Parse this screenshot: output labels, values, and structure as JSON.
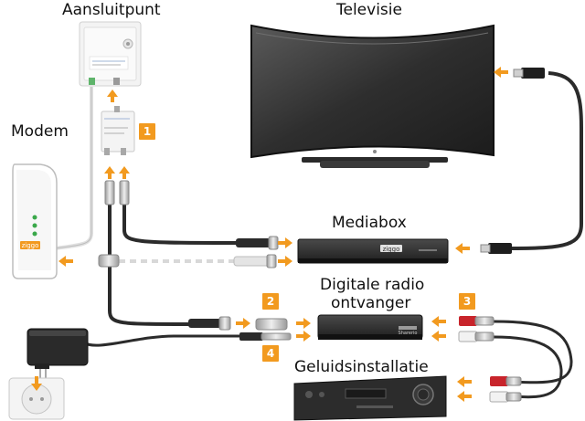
{
  "labels": {
    "aansluitpunt": "Aansluitpunt",
    "televisie": "Televisie",
    "modem": "Modem",
    "mediabox": "Mediabox",
    "radio_line1": "Digitale radio",
    "radio_line2": "ontvanger",
    "geluid": "Geluidsinstallatie"
  },
  "badges": {
    "b1": "1",
    "b2": "2",
    "b3": "3",
    "b4": "4"
  },
  "device_text": {
    "modem_brand": "ziggo",
    "mediabox_brand": "ziggo",
    "radio_brand": "Sharerio"
  },
  "colors": {
    "accent_orange": "#f29a1f",
    "cable_dark": "#2b2b2b",
    "cable_white": "#e6e6e6",
    "rca_red": "#c8242b",
    "modem_green": "#3aa84a"
  }
}
